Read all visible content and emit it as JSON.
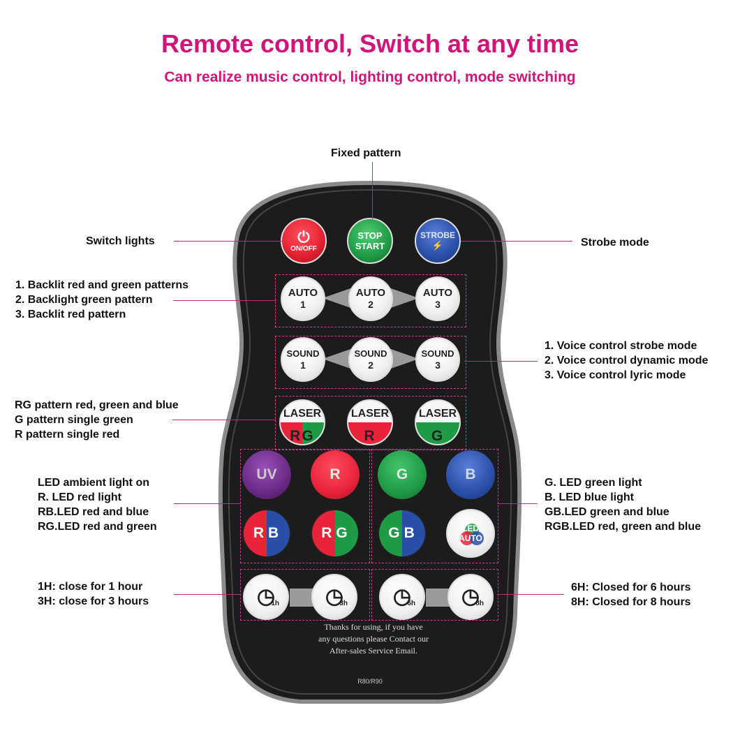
{
  "header": {
    "title": "Remote control, Switch at any time",
    "subtitle": "Can realize music control, lighting control, mode switching"
  },
  "labels": {
    "fixed_pattern": "Fixed pattern",
    "switch_lights": "Switch lights",
    "strobe_mode": "Strobe mode",
    "auto_notes": [
      "1. Backlit red and green patterns",
      "2. Backlight green pattern",
      "3. Backlit red pattern"
    ],
    "sound_notes": [
      "1. Voice control strobe mode",
      "2. Voice control dynamic mode",
      "3. Voice control lyric mode"
    ],
    "laser_notes": [
      "RG pattern red, green and blue",
      "G pattern single green",
      "R pattern single red"
    ],
    "led_left_notes": [
      "LED ambient light on",
      "R. LED red light",
      "RB.LED red and blue",
      "RG.LED red and green"
    ],
    "led_right_notes": [
      "G. LED green light",
      "B. LED blue light",
      "GB.LED green and blue",
      "RGB.LED red, green and blue"
    ],
    "timer_left_notes": [
      "1H: close for 1 hour",
      "3H: close for 3 hours"
    ],
    "timer_right_notes": [
      "6H: Closed for 6 hours",
      "8H: Closed for 8 hours"
    ]
  },
  "remote": {
    "top_buttons": {
      "power_label": "ON/OFF",
      "stop_line1": "STOP",
      "stop_line2": "START",
      "strobe_label": "STROBE"
    },
    "auto_buttons": [
      {
        "l1": "AUTO",
        "l2": "1"
      },
      {
        "l1": "AUTO",
        "l2": "2"
      },
      {
        "l1": "AUTO",
        "l2": "3"
      }
    ],
    "sound_buttons": [
      {
        "l1": "SOUND",
        "l2": "1"
      },
      {
        "l1": "SOUND",
        "l2": "2"
      },
      {
        "l1": "SOUND",
        "l2": "3"
      }
    ],
    "laser_buttons": [
      {
        "l1": "LASER",
        "l2": "RG"
      },
      {
        "l1": "LASER",
        "l2": "R"
      },
      {
        "l1": "LASER",
        "l2": "G"
      }
    ],
    "led_row1": [
      "UV",
      "R",
      "G",
      "B"
    ],
    "led_row2": [
      "RB",
      "RG",
      "GB"
    ],
    "led_auto": {
      "l1": "LED",
      "l2": "AUTO"
    },
    "timers": [
      "1h",
      "3h",
      "6h",
      "8h"
    ],
    "thanks_lines": [
      "Thanks for using, if you have",
      "any questions please Contact our",
      "After-sales Service Email."
    ],
    "model": "R80/R90"
  },
  "colors": {
    "accent": "#d0147a",
    "red": "#e8233a",
    "green": "#1f9a45",
    "blue": "#2a4fa8",
    "purple": "#6a2a86",
    "body": "#1c1c1c"
  }
}
